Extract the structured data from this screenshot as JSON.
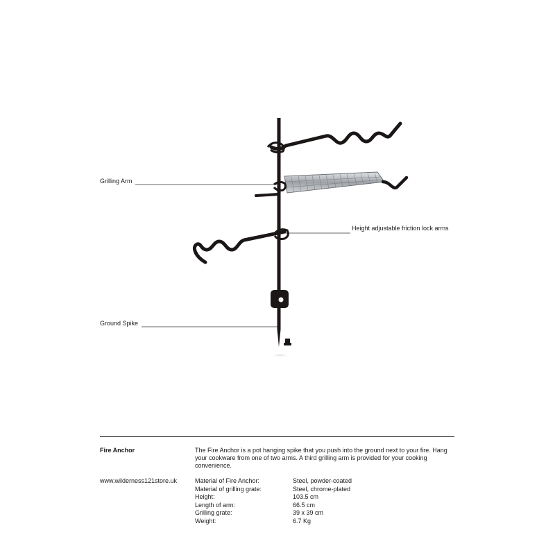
{
  "callouts": {
    "grilling_arm": "Grilling Arm",
    "friction_lock": "Height adjustable friction lock arms",
    "ground_spike": "Ground Spike"
  },
  "product": {
    "name": "Fire Anchor",
    "description": "The Fire Anchor is a pot hanging spike that you push into the ground next to your fire. Hang your cookware from one of two arms. A third grilling arm is provided for your cooking convenience.",
    "website": "www.wilderness121store.uk"
  },
  "specs": [
    {
      "label": "Material of Fire Anchor:",
      "value": "Steel, powder-coated"
    },
    {
      "label": "Material of grilling grate:",
      "value": "Steel, chrome-plated"
    },
    {
      "label": "Height:",
      "value": "103.5 cm"
    },
    {
      "label": "Length of arm:",
      "value": "66.5 cm"
    },
    {
      "label": "Grilling grate:",
      "value": "39 x 39 cm"
    },
    {
      "label": "Weight:",
      "value": "6.7 Kg"
    }
  ],
  "colors": {
    "steel": "#1c1717",
    "chrome": "#b9bcc0",
    "text": "#1a1a1a"
  }
}
